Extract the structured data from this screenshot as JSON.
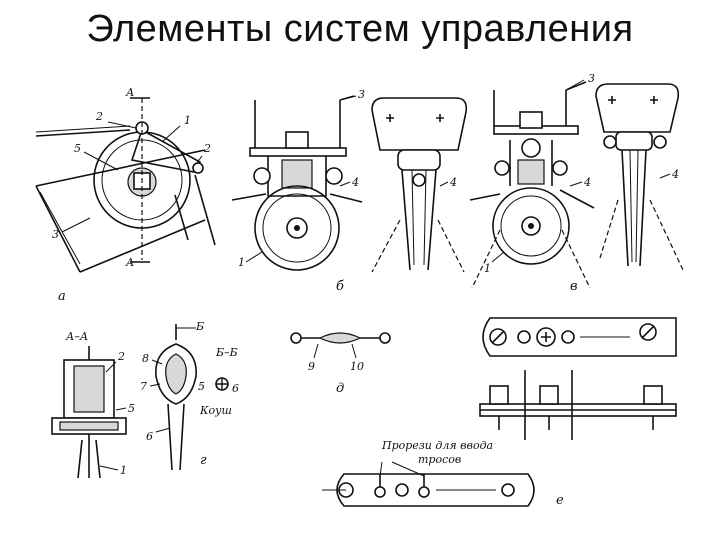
{
  "title": "Элементы систем управления",
  "figure": {
    "panels": {
      "a": "а",
      "b": "б",
      "v": "в",
      "g": "г",
      "d": "д",
      "e": "е"
    },
    "section_marks": {
      "A": "А",
      "A_A": "А–А",
      "B": "Б",
      "B_B": "Б–Б"
    },
    "callouts": {
      "n1": "1",
      "n2": "2",
      "n3": "3",
      "n4": "4",
      "n5": "5",
      "n6": "6",
      "n7": "7",
      "n8": "8",
      "n9": "9",
      "n10": "10"
    },
    "texts": {
      "koush": "Коуш",
      "slots_line1": "Прорези для ввода",
      "slots_line2": "тросов"
    }
  }
}
